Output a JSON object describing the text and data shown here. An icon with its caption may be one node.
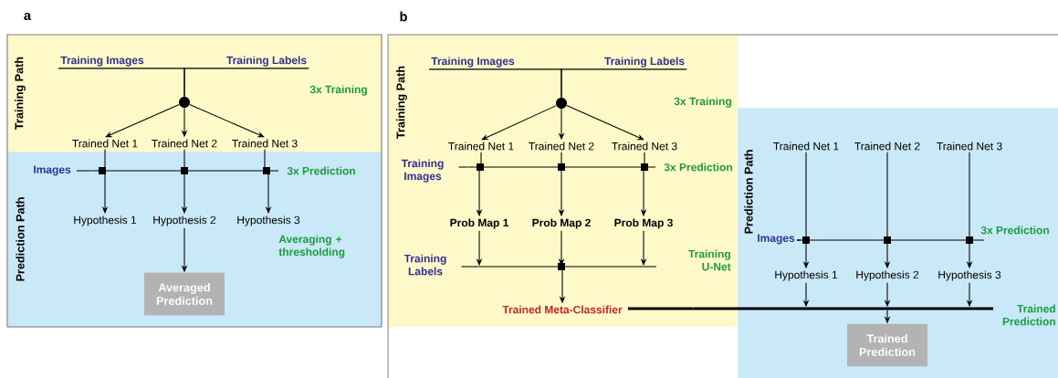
{
  "diagram": {
    "nodes": [
      {
        "text": [
          "Training Path"
        ]
      },
      {
        "text": [
          "Training Images"
        ],
        "in": 0
      },
      {
        "text": [
          "Training Labels"
        ],
        "in": 0
      },
      {
        "text": [],
        "shape": "circle",
        "in": 0
      },
      {
        "text": [
          "Trained Net 1"
        ],
        "in": 0
      },
      {
        "text": [
          "Trained Net 2"
        ],
        "in": 0
      },
      {
        "text": [
          "Trained Net 3"
        ],
        "in": 0
      },
      {
        "text": [
          "Prediction Path"
        ]
      },
      {
        "text": [
          "Images"
        ],
        "in": 7
      },
      {
        "text": [],
        "shape": "bar",
        "in": 7,
        "beside": [
          "3x Prediction"
        ]
      },
      {
        "text": [
          "Hypothesis 1"
        ],
        "in": 7
      },
      {
        "text": [
          "Hypothesis 2"
        ],
        "in": 7
      },
      {
        "text": [
          "Hypothesis 3"
        ],
        "in": 7
      },
      {
        "text": [
          "Averaged Prediction"
        ],
        "in": 7
      },
      {
        "text": [
          "Training Path"
        ]
      },
      {
        "text": [
          "Training Images"
        ],
        "in": 14
      },
      {
        "text": [
          "Training Labels"
        ],
        "in": 14
      },
      {
        "text": [],
        "shape": "circle",
        "in": 14
      },
      {
        "text": [
          "Trained Net 1"
        ],
        "in": 14
      },
      {
        "text": [
          "Trained Net 2"
        ],
        "in": 14
      },
      {
        "text": [
          "Trained Net 3"
        ],
        "in": 14
      },
      {
        "text": [
          "Training Images"
        ],
        "in": 14
      },
      {
        "text": [],
        "shape": "bar",
        "in": 14,
        "beside": [
          "3x Prediction"
        ]
      },
      {
        "text": [
          "Prob Map 1"
        ],
        "in": 14
      },
      {
        "text": [
          "Prob Map 2"
        ],
        "in": 14
      },
      {
        "text": [
          "Prob Map 3"
        ],
        "in": 14
      },
      {
        "text": [
          "Training Labels"
        ],
        "in": 14
      },
      {
        "text": [],
        "shape": "bar",
        "in": 14
      },
      {
        "text": [
          "Trained Meta-Classifier"
        ],
        "in": 14
      },
      {
        "text": [
          "Prediction Path"
        ]
      },
      {
        "text": [
          "Trained Net 1"
        ],
        "in": 29
      },
      {
        "text": [
          "Trained Net 2"
        ],
        "in": 29
      },
      {
        "text": [
          "Trained Net 3"
        ],
        "in": 29
      },
      {
        "text": [
          "Images"
        ],
        "in": 29
      },
      {
        "text": [],
        "shape": "bar",
        "in": 29,
        "beside": [
          "3x Prediction"
        ]
      },
      {
        "text": [
          "Hypothesis 1"
        ],
        "in": 29
      },
      {
        "text": [
          "Hypothesis 2"
        ],
        "in": 29
      },
      {
        "text": [
          "Hypothesis 3"
        ],
        "in": 29
      },
      {
        "text": [
          "Trained Prediction"
        ],
        "in": 29
      },
      {
        "text": [],
        "shape": "bar",
        "beside": [
          "Trained Prediction"
        ]
      }
    ],
    "edges": [
      {
        "from": 1,
        "to": 3,
        "arrow": "none"
      },
      {
        "from": 2,
        "to": 3,
        "arrow": "none"
      },
      {
        "from": 3,
        "to": 4,
        "arrow": "to"
      },
      {
        "from": 3,
        "to": 5,
        "arrow": "to"
      },
      {
        "from": 3,
        "to": 6,
        "arrow": "to"
      },
      {
        "from": 4,
        "to": 9,
        "arrow": "none"
      },
      {
        "from": 5,
        "to": 9,
        "arrow": "none"
      },
      {
        "from": 6,
        "to": 9,
        "arrow": "none"
      },
      {
        "from": 8,
        "to": 9,
        "arrow": "none"
      },
      {
        "from": 9,
        "to": 10,
        "arrow": "to"
      },
      {
        "from": 9,
        "to": 11,
        "arrow": "to"
      },
      {
        "from": 9,
        "to": 12,
        "arrow": "to"
      },
      {
        "from": 11,
        "to": 13,
        "arrow": "to"
      },
      {
        "from": 15,
        "to": 17,
        "arrow": "none"
      },
      {
        "from": 16,
        "to": 17,
        "arrow": "none"
      },
      {
        "from": 17,
        "to": 18,
        "arrow": "to"
      },
      {
        "from": 17,
        "to": 19,
        "arrow": "to"
      },
      {
        "from": 17,
        "to": 20,
        "arrow": "to"
      },
      {
        "from": 18,
        "to": 22,
        "arrow": "none"
      },
      {
        "from": 19,
        "to": 22,
        "arrow": "none"
      },
      {
        "from": 20,
        "to": 22,
        "arrow": "none"
      },
      {
        "from": 21,
        "to": 22,
        "arrow": "none"
      },
      {
        "from": 22,
        "to": 23,
        "arrow": "to"
      },
      {
        "from": 22,
        "to": 24,
        "arrow": "to"
      },
      {
        "from": 22,
        "to": 25,
        "arrow": "to"
      },
      {
        "from": 23,
        "to": 27,
        "arrow": "to"
      },
      {
        "from": 24,
        "to": 27,
        "arrow": "to"
      },
      {
        "from": 25,
        "to": 27,
        "arrow": "to"
      },
      {
        "from": 26,
        "to": 27,
        "arrow": "none"
      },
      {
        "from": 27,
        "to": 28,
        "arrow": "to"
      },
      {
        "from": 30,
        "to": 34,
        "arrow": "none"
      },
      {
        "from": 31,
        "to": 34,
        "arrow": "none"
      },
      {
        "from": 32,
        "to": 34,
        "arrow": "none"
      },
      {
        "from": 33,
        "to": 34,
        "arrow": "none"
      },
      {
        "from": 34,
        "to": 35,
        "arrow": "to"
      },
      {
        "from": 34,
        "to": 36,
        "arrow": "to"
      },
      {
        "from": 34,
        "to": 37,
        "arrow": "to"
      },
      {
        "from": 35,
        "to": 39,
        "arrow": "to"
      },
      {
        "from": 36,
        "to": 39,
        "arrow": "to"
      },
      {
        "from": 37,
        "to": 39,
        "arrow": "to"
      },
      {
        "from": 28,
        "to": 39,
        "arrow": "none",
        "style": "thick"
      },
      {
        "from": 39,
        "to": 38,
        "arrow": "to"
      }
    ],
    "labels": [
      "a",
      "3x Training",
      "Averaging + thresholding",
      "b",
      "3x Training",
      "Training U-Net"
    ]
  }
}
